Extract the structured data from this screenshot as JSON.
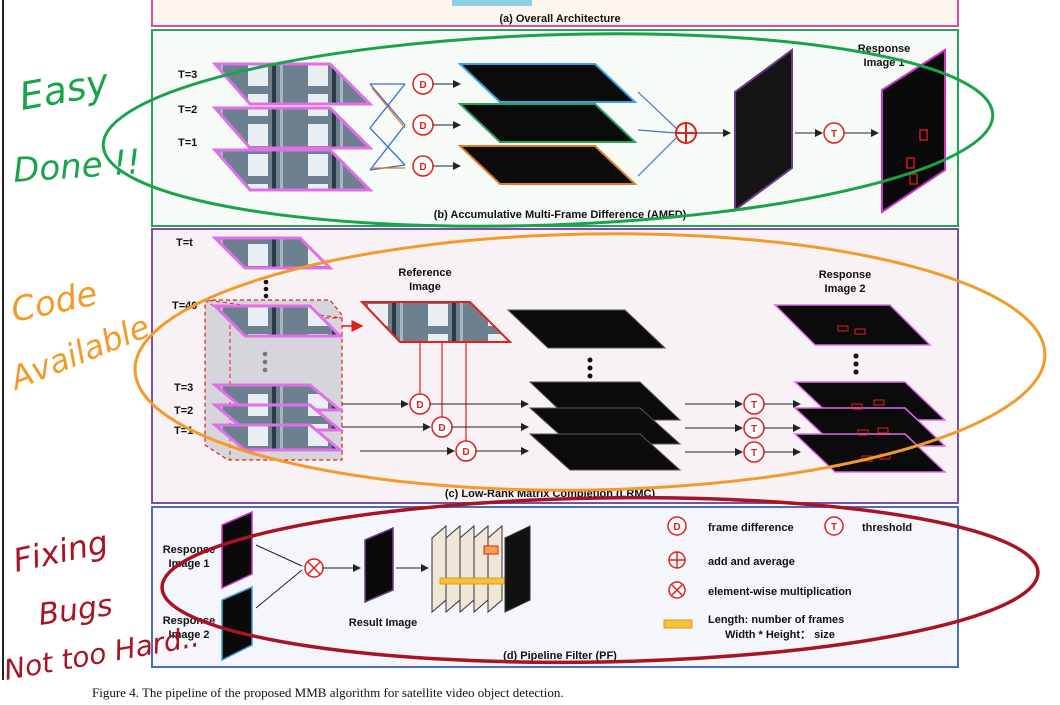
{
  "panel_a": {
    "caption": "(a) Overall Architecture"
  },
  "panel_b": {
    "caption": "(b) Accumulative Multi-Frame Difference  (AMFD)",
    "frame_labels": [
      "T=3",
      "T=2",
      "T=1"
    ],
    "response_label": [
      "Response",
      "Image 1"
    ]
  },
  "panel_c": {
    "caption": "(c) Low-Rank  Matrix Completion (LRMC)",
    "frame_labels": {
      "top": "T=t",
      "mid": "T=40",
      "t3": "T=3",
      "t2": "T=2",
      "t1": "T=1"
    },
    "reference_label": [
      "Reference",
      "Image"
    ],
    "response_label": [
      "Response",
      "Image 2"
    ]
  },
  "panel_d": {
    "caption": "(d) Pipeline Filter (PF)",
    "response1": [
      "Response",
      "Image 1"
    ],
    "response2": [
      "Response",
      "Image 2"
    ],
    "result_label": "Result Image",
    "legend": {
      "frame_difference": "frame difference",
      "threshold": "threshold",
      "add_average": "add and average",
      "elementwise": "element-wise multiplication",
      "length_text": "Length:  number of frames",
      "wh_text": "Width * Height： size"
    }
  },
  "operators": {
    "difference": "D",
    "threshold": "T"
  },
  "figure_caption": "Figure 4.  The pipeline of the proposed MMB algorithm for satellite video object detection.",
  "annotations": {
    "green": [
      "Easy",
      "Done !!"
    ],
    "orange": [
      "Code",
      "Available"
    ],
    "red": [
      "Fixing",
      "Bugs",
      "Not too Hard.."
    ]
  },
  "colors": {
    "panel_b_border": "#27a35a",
    "panel_c_border": "#7a4fa8",
    "panel_d_border": "#4a6fb8",
    "frame_border": "#e070e8",
    "operator_red": "#e0201c",
    "annotation_green": "#1aa34a",
    "annotation_orange": "#f39a2b",
    "annotation_red": "#a81424"
  }
}
